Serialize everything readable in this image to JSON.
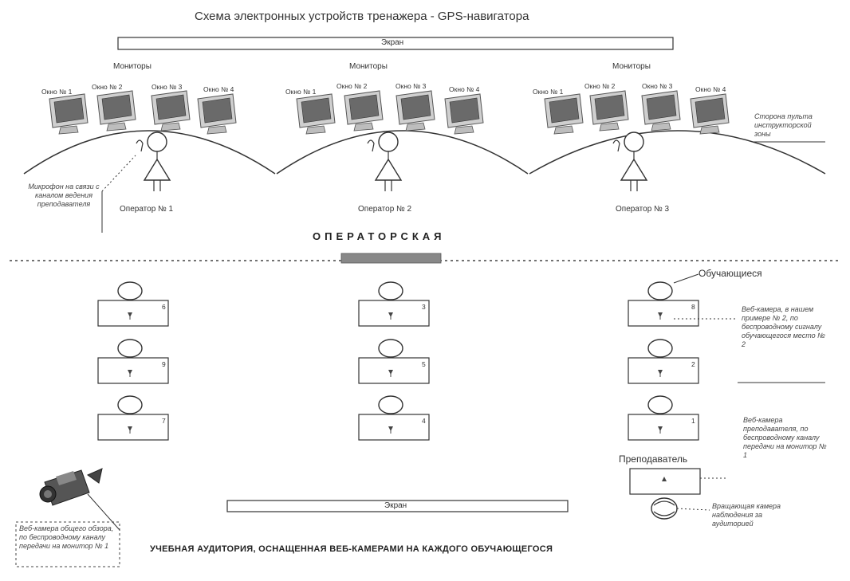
{
  "title": "Схема электронных устройств тренажера - GPS-навигатора",
  "top_screen_label": "Экран",
  "bottom_screen_label": "Экран",
  "operator_room_label": "ОПЕРАТОРСКАЯ",
  "footer": "УЧЕБНАЯ АУДИТОРИЯ, ОСНАЩЕННАЯ ВЕБ-КАМЕРАМИ НА КАЖДОГО ОБУЧАЮЩЕГОСЯ",
  "workstations": [
    {
      "monitors_label": "Мониторы",
      "operator_label": "Оператор № 1",
      "monitor_labels": [
        "Окно № 1",
        "Окно № 2",
        "Окно № 3",
        "Окно № 4"
      ]
    },
    {
      "monitors_label": "Мониторы",
      "operator_label": "Оператор № 2",
      "monitor_labels": [
        "Окно № 1",
        "Окно № 2",
        "Окно № 3",
        "Окно № 4"
      ]
    },
    {
      "monitors_label": "Мониторы",
      "operator_label": "Оператор № 3",
      "monitor_labels": [
        "Окно № 1",
        "Окно № 2",
        "Окно № 3",
        "Окно № 4"
      ]
    }
  ],
  "students_label": "Обучающиеся",
  "teacher_label": "Преподаватель",
  "desk_numbers": {
    "left": [
      "6",
      "9",
      "7"
    ],
    "middle": [
      "3",
      "5",
      "4"
    ],
    "right": [
      "8",
      "2",
      "1"
    ]
  },
  "notes": {
    "microphone": "Микрофон на связи с каналом ведения преподавателя",
    "workstation_desk": "Сторона пульта инструкторской зоны",
    "webcam_student": "Веб-камера, в нашем примере № 2, по беспроводному сигналу обучающегося место № 2",
    "webcam_teacher": "Веб-камера преподавателя, по беспроводному каналу передачи на монитор № 1",
    "teacher_camera": "Вращающая камера наблюдения за аудиторией",
    "video_camera": "Веб-камера общего обзора, по беспроводному каналу передачи на монитор № 1"
  }
}
